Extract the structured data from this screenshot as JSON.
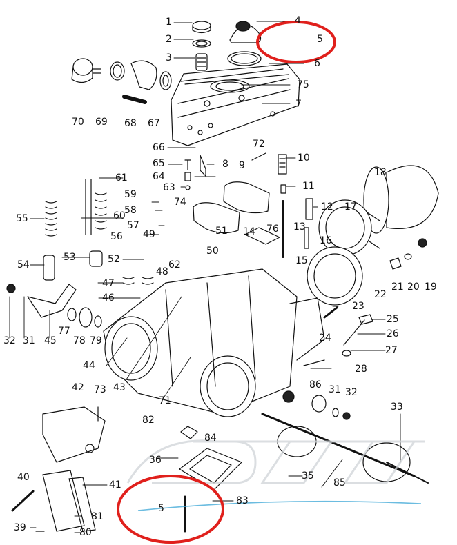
{
  "diagram": {
    "labels": [
      {
        "id": "1",
        "text": "1"
      },
      {
        "id": "2",
        "text": "2"
      },
      {
        "id": "3",
        "text": "3"
      },
      {
        "id": "4",
        "text": "4"
      },
      {
        "id": "5a",
        "text": "5"
      },
      {
        "id": "6",
        "text": "6"
      },
      {
        "id": "75",
        "text": "75"
      },
      {
        "id": "7",
        "text": "7"
      },
      {
        "id": "70",
        "text": "70"
      },
      {
        "id": "69",
        "text": "69"
      },
      {
        "id": "68",
        "text": "68"
      },
      {
        "id": "67",
        "text": "67"
      },
      {
        "id": "66",
        "text": "66"
      },
      {
        "id": "72",
        "text": "72"
      },
      {
        "id": "10",
        "text": "10"
      },
      {
        "id": "65",
        "text": "65"
      },
      {
        "id": "8",
        "text": "8"
      },
      {
        "id": "9",
        "text": "9"
      },
      {
        "id": "64",
        "text": "64"
      },
      {
        "id": "63",
        "text": "63"
      },
      {
        "id": "11",
        "text": "11"
      },
      {
        "id": "18",
        "text": "18"
      },
      {
        "id": "61",
        "text": "61"
      },
      {
        "id": "59",
        "text": "59"
      },
      {
        "id": "74",
        "text": "74"
      },
      {
        "id": "12",
        "text": "12"
      },
      {
        "id": "17",
        "text": "17"
      },
      {
        "id": "55",
        "text": "55"
      },
      {
        "id": "60",
        "text": "60"
      },
      {
        "id": "58",
        "text": "58"
      },
      {
        "id": "57",
        "text": "57"
      },
      {
        "id": "49",
        "text": "49"
      },
      {
        "id": "51",
        "text": "51"
      },
      {
        "id": "14",
        "text": "14"
      },
      {
        "id": "76",
        "text": "76"
      },
      {
        "id": "13",
        "text": "13"
      },
      {
        "id": "56",
        "text": "56"
      },
      {
        "id": "16",
        "text": "16"
      },
      {
        "id": "53",
        "text": "53"
      },
      {
        "id": "52",
        "text": "52"
      },
      {
        "id": "50",
        "text": "50"
      },
      {
        "id": "54",
        "text": "54"
      },
      {
        "id": "62",
        "text": "62"
      },
      {
        "id": "15",
        "text": "15"
      },
      {
        "id": "48",
        "text": "48"
      },
      {
        "id": "21",
        "text": "21"
      },
      {
        "id": "20",
        "text": "20"
      },
      {
        "id": "19",
        "text": "19"
      },
      {
        "id": "47",
        "text": "47"
      },
      {
        "id": "46",
        "text": "46"
      },
      {
        "id": "22",
        "text": "22"
      },
      {
        "id": "23",
        "text": "23"
      },
      {
        "id": "25",
        "text": "25"
      },
      {
        "id": "26",
        "text": "26"
      },
      {
        "id": "32a",
        "text": "32"
      },
      {
        "id": "31a",
        "text": "31"
      },
      {
        "id": "45",
        "text": "45"
      },
      {
        "id": "77",
        "text": "77"
      },
      {
        "id": "78",
        "text": "78"
      },
      {
        "id": "79",
        "text": "79"
      },
      {
        "id": "44",
        "text": "44"
      },
      {
        "id": "24",
        "text": "24"
      },
      {
        "id": "27",
        "text": "27"
      },
      {
        "id": "28",
        "text": "28"
      },
      {
        "id": "43",
        "text": "43"
      },
      {
        "id": "71",
        "text": "71"
      },
      {
        "id": "86",
        "text": "86"
      },
      {
        "id": "31b",
        "text": "31"
      },
      {
        "id": "32b",
        "text": "32"
      },
      {
        "id": "42",
        "text": "42"
      },
      {
        "id": "73",
        "text": "73"
      },
      {
        "id": "33",
        "text": "33"
      },
      {
        "id": "82",
        "text": "82"
      },
      {
        "id": "84",
        "text": "84"
      },
      {
        "id": "36",
        "text": "36"
      },
      {
        "id": "40",
        "text": "40"
      },
      {
        "id": "35",
        "text": "35"
      },
      {
        "id": "85",
        "text": "85"
      },
      {
        "id": "41",
        "text": "41"
      },
      {
        "id": "83",
        "text": "83"
      },
      {
        "id": "5b",
        "text": "5"
      },
      {
        "id": "81",
        "text": "81"
      },
      {
        "id": "39",
        "text": "39"
      },
      {
        "id": "80",
        "text": "80"
      }
    ],
    "highlight_color": "#e0201c",
    "line_color": "#111111"
  }
}
